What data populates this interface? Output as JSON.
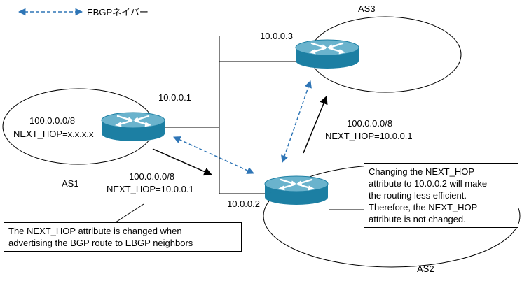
{
  "legend": {
    "label": "EBGPネイバー"
  },
  "as_labels": {
    "as1": "AS1",
    "as2": "AS2",
    "as3": "AS3"
  },
  "router_ips": {
    "r1": "10.0.0.1",
    "r2": "10.0.0.2",
    "r3": "10.0.0.3"
  },
  "route_as1": {
    "prefix": "100.0.0.0/8",
    "next_hop": "NEXT_HOP=x.x.x.x"
  },
  "route_as1_to_as2": {
    "prefix": "100.0.0.0/8",
    "next_hop": "NEXT_HOP=10.0.0.1"
  },
  "route_as2_to_as3": {
    "prefix": "100.0.0.0/8",
    "next_hop": "NEXT_HOP=10.0.0.1"
  },
  "callout_left": {
    "text": "The NEXT_HOP attribute is changed when\nadvertising the BGP route to EBGP neighbors"
  },
  "callout_right": {
    "text": "Changing the NEXT_HOP\nattribute to 10.0.0.2 will make\nthe routing less efficient.\nTherefore, the NEXT_HOP\nattribute is not changed."
  },
  "colors": {
    "router_body": "#1c7fa3",
    "router_top": "#6ab3cd",
    "ebgp_link": "#2e75b6",
    "line": "#000000"
  },
  "icons": {
    "router": "router-icon"
  }
}
